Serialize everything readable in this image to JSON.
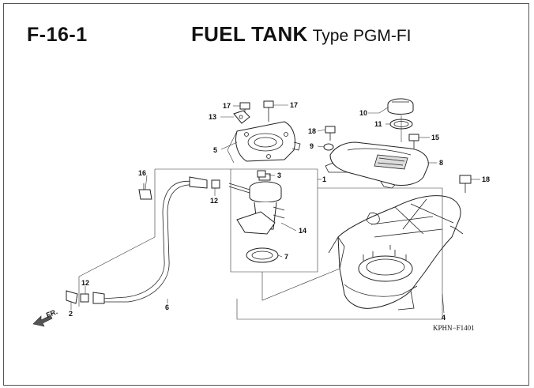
{
  "header": {
    "code": "F-16-1",
    "title": "FUEL TANK",
    "subtitle": "Type PGM-FI"
  },
  "diagram": {
    "ref_code": "KPHN−F1401",
    "direction_label": "FR.",
    "callouts": {
      "p1": "1",
      "p2": "2",
      "p3": "3",
      "p4": "4",
      "p5": "5",
      "p6": "6",
      "p7": "7",
      "p8": "8",
      "p9": "9",
      "p10": "10",
      "p11": "11",
      "p12a": "12",
      "p12b": "12",
      "p13": "13",
      "p14": "14",
      "p15": "15",
      "p16": "16",
      "p17a": "17",
      "p17b": "17",
      "p18a": "18",
      "p18b": "18"
    }
  },
  "colors": {
    "line": "#222222",
    "background": "#ffffff"
  }
}
